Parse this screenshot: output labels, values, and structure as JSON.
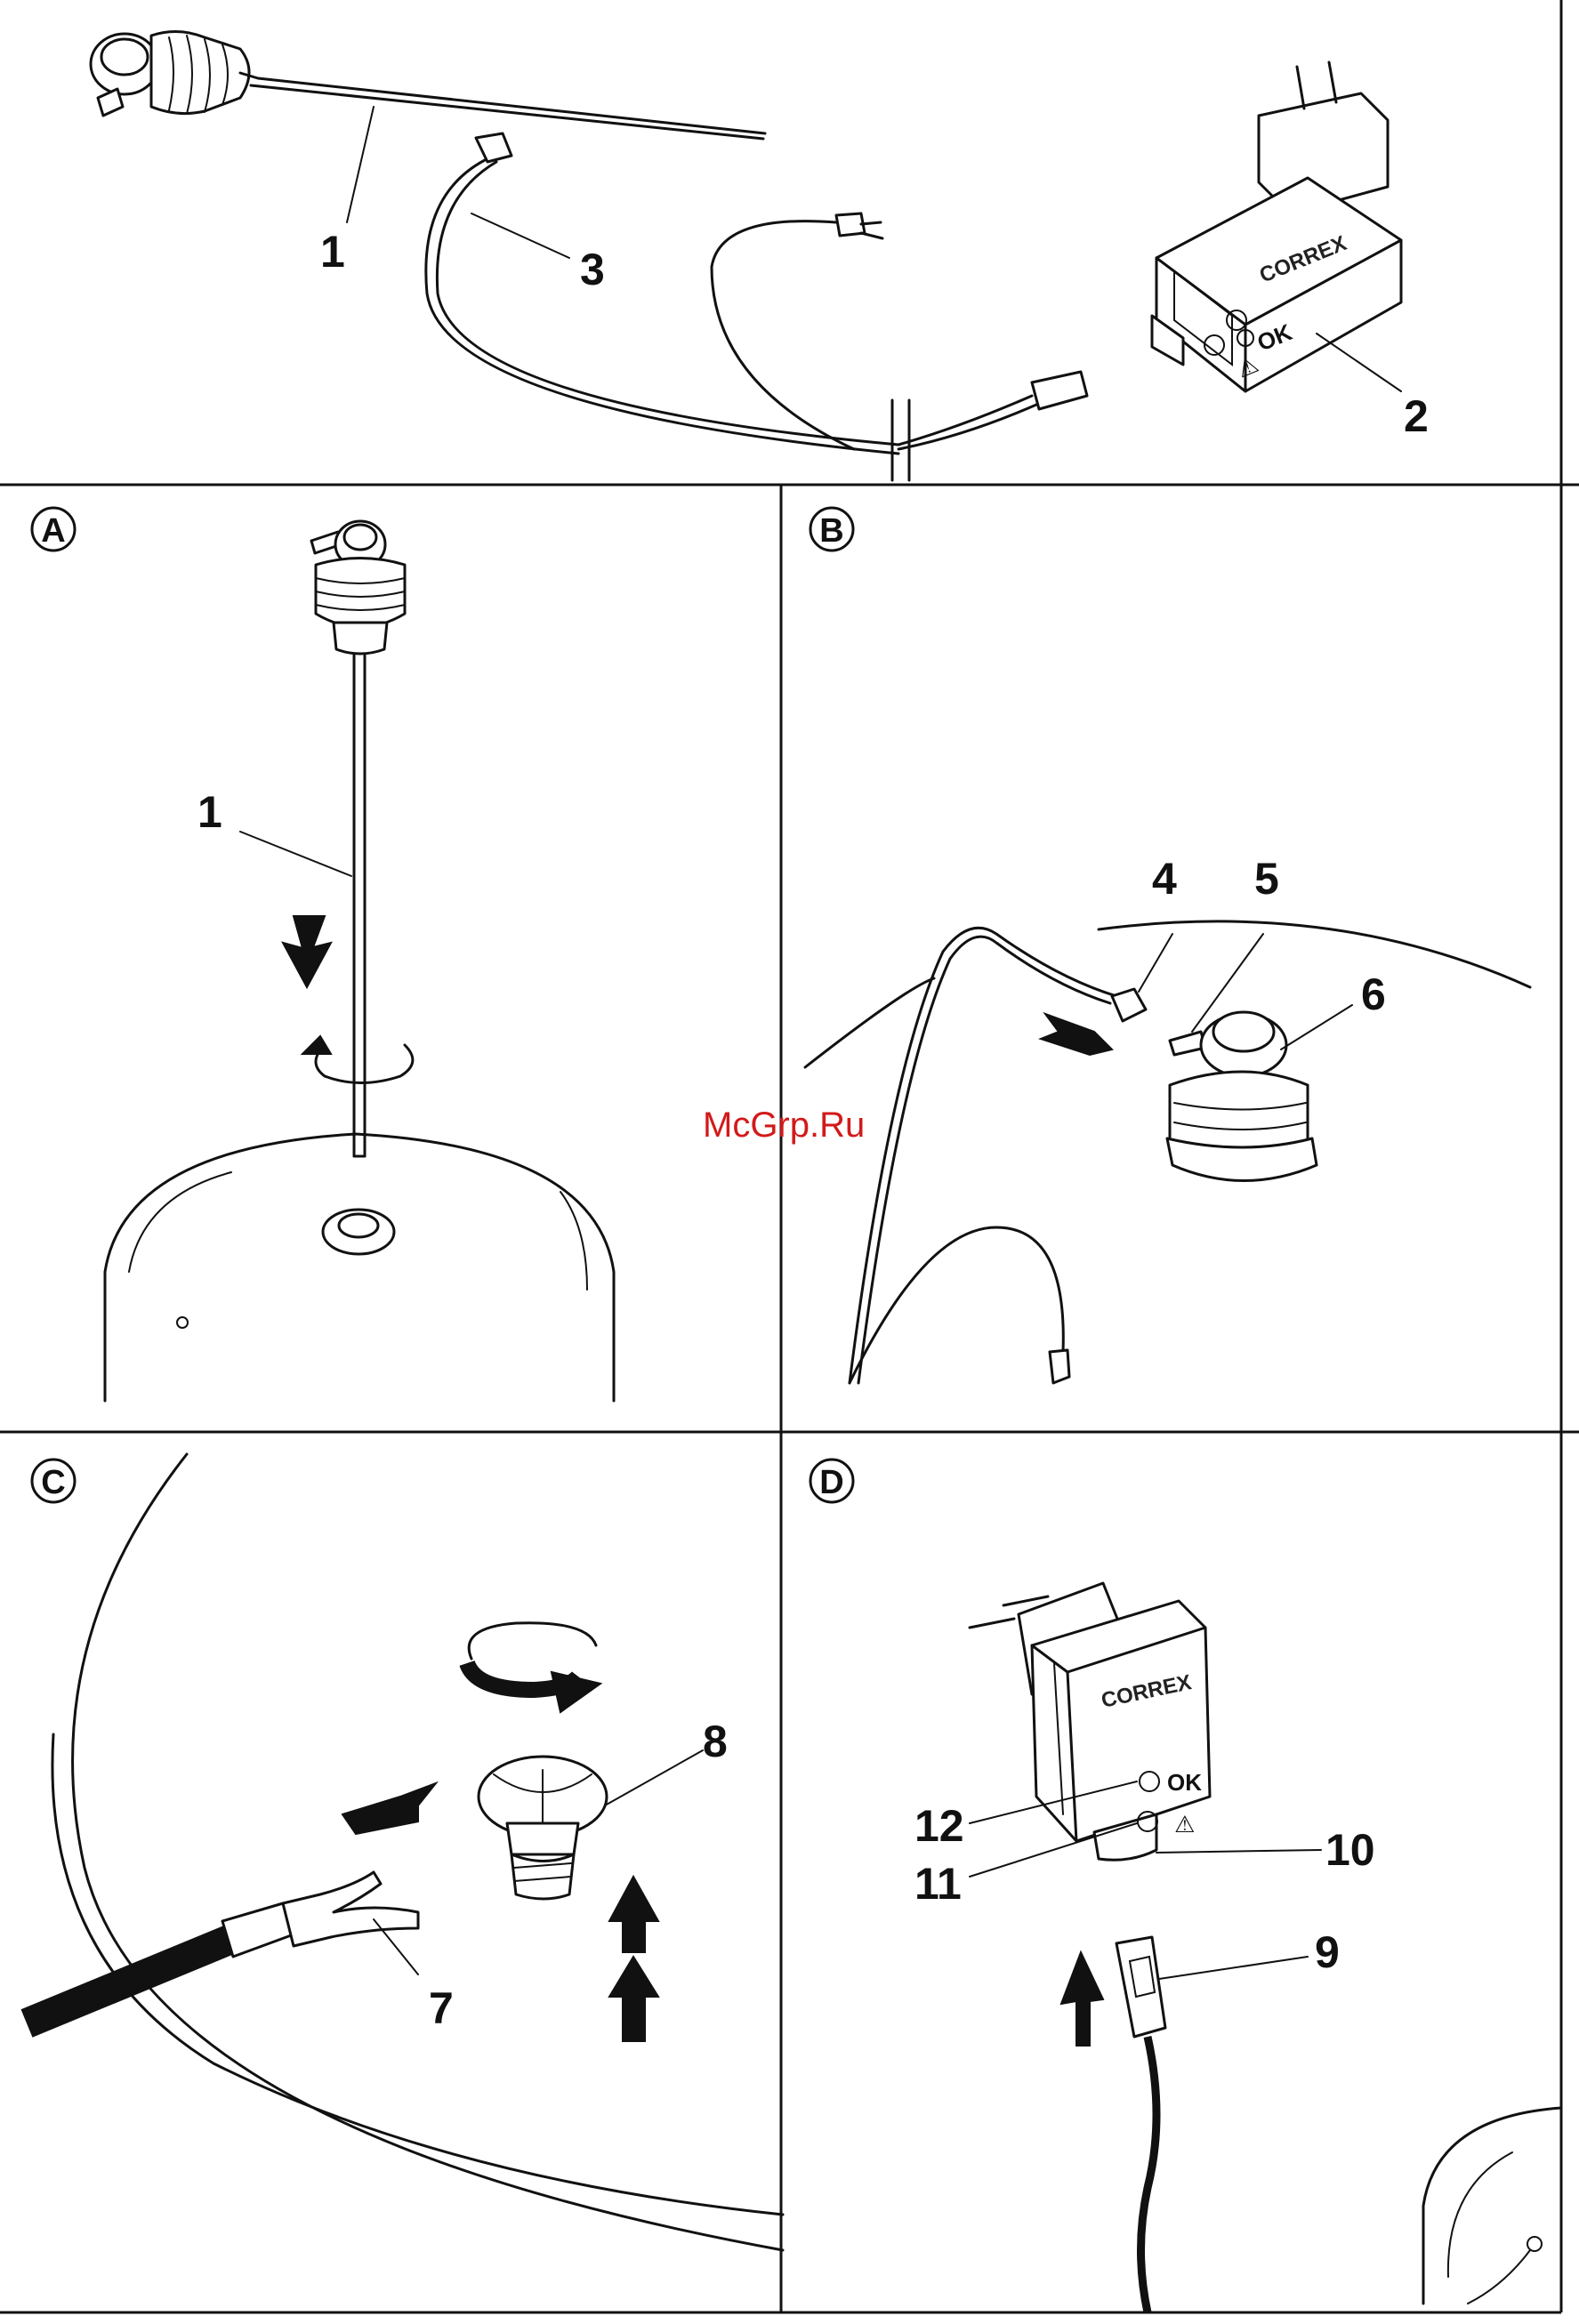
{
  "watermark": "McGrp.Ru",
  "top_panel": {
    "labels": {
      "l1": "1",
      "l2": "2",
      "l3": "3"
    },
    "device_brand": "CORREX",
    "device_ok": "OK",
    "device_warning": "⚠"
  },
  "panel_a": {
    "letter": "A",
    "labels": {
      "l1": "1"
    }
  },
  "panel_b": {
    "letter": "B",
    "labels": {
      "l4": "4",
      "l5": "5",
      "l6": "6"
    }
  },
  "panel_c": {
    "letter": "C",
    "labels": {
      "l7": "7",
      "l8": "8"
    }
  },
  "panel_d": {
    "letter": "D",
    "labels": {
      "l9": "9",
      "l10": "10",
      "l11": "11",
      "l12": "12"
    },
    "device_brand": "CORREX",
    "device_ok": "OK",
    "device_warning": "⚠"
  }
}
